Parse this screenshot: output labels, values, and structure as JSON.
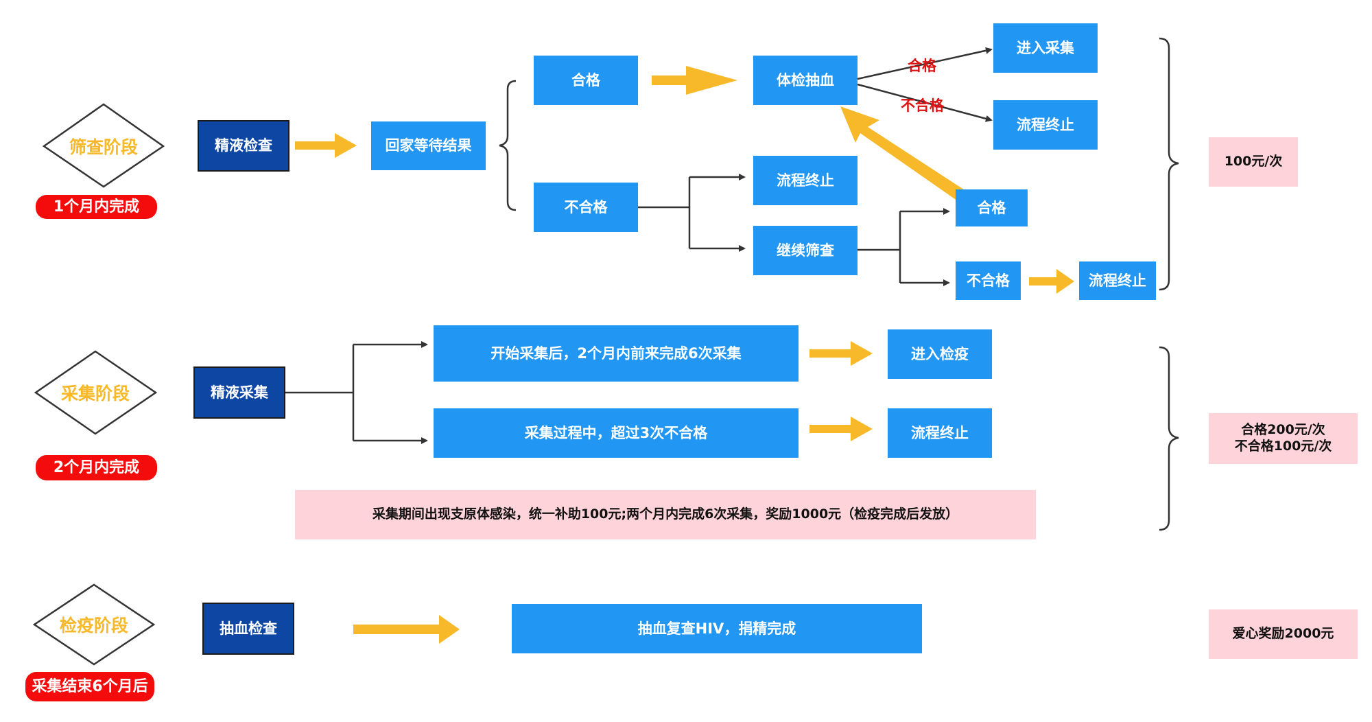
{
  "stages": [
    {
      "name": "筛查阶段",
      "time": "1个月内完成",
      "entry": "精液检查"
    },
    {
      "name": "采集阶段",
      "time": "2个月内完成",
      "entry": "精液采集"
    },
    {
      "name": "检疫阶段",
      "time": "采集结束6个月后",
      "entry": "抽血检查"
    }
  ],
  "screening": {
    "wait": "回家等待结果",
    "pass": "合格",
    "fail": "不合格",
    "physical": "体检抽血",
    "physical_pass_label": "合格",
    "physical_fail_label": "不合格",
    "enter_collection": "进入采集",
    "end_1": "流程终止",
    "end_2": "流程终止",
    "continue": "继续筛查",
    "recheck_pass": "合格",
    "recheck_fail": "不合格",
    "end_3": "流程终止",
    "reward": "100元/次"
  },
  "collection": {
    "branch_1": "开始采集后，2个月内前来完成6次采集",
    "branch_2": "采集过程中，超过3次不合格",
    "result_1": "进入检疫",
    "result_2": "流程终止",
    "note": "采集期间出现支原体感染，统一补助100元;两个月内完成6次采集，奖励1000元（检疫完成后发放）",
    "reward_line_1": "合格200元/次",
    "reward_line_2": "不合格100元/次"
  },
  "quarantine": {
    "result": "抽血复查HIV，捐精完成",
    "reward": "爱心奖励2000元"
  },
  "colors": {
    "blue": "#2196f3",
    "navy": "#0e46a3",
    "yellow_arrow": "#f7b829",
    "red_pill": "#f40c0c",
    "pink": "#ffd3da"
  }
}
